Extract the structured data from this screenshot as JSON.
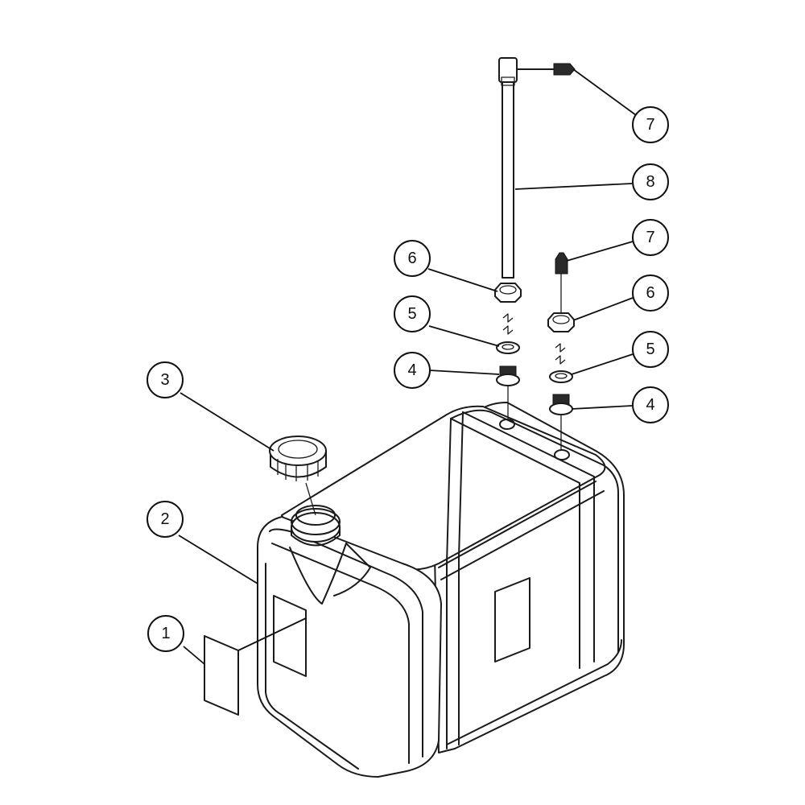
{
  "callouts": {
    "c1": "1",
    "c2": "2",
    "c3": "3",
    "c4a": "4",
    "c4b": "4",
    "c5a": "5",
    "c5b": "5",
    "c6a": "6",
    "c6b": "6",
    "c7a": "7",
    "c7b": "7",
    "c8": "8"
  }
}
